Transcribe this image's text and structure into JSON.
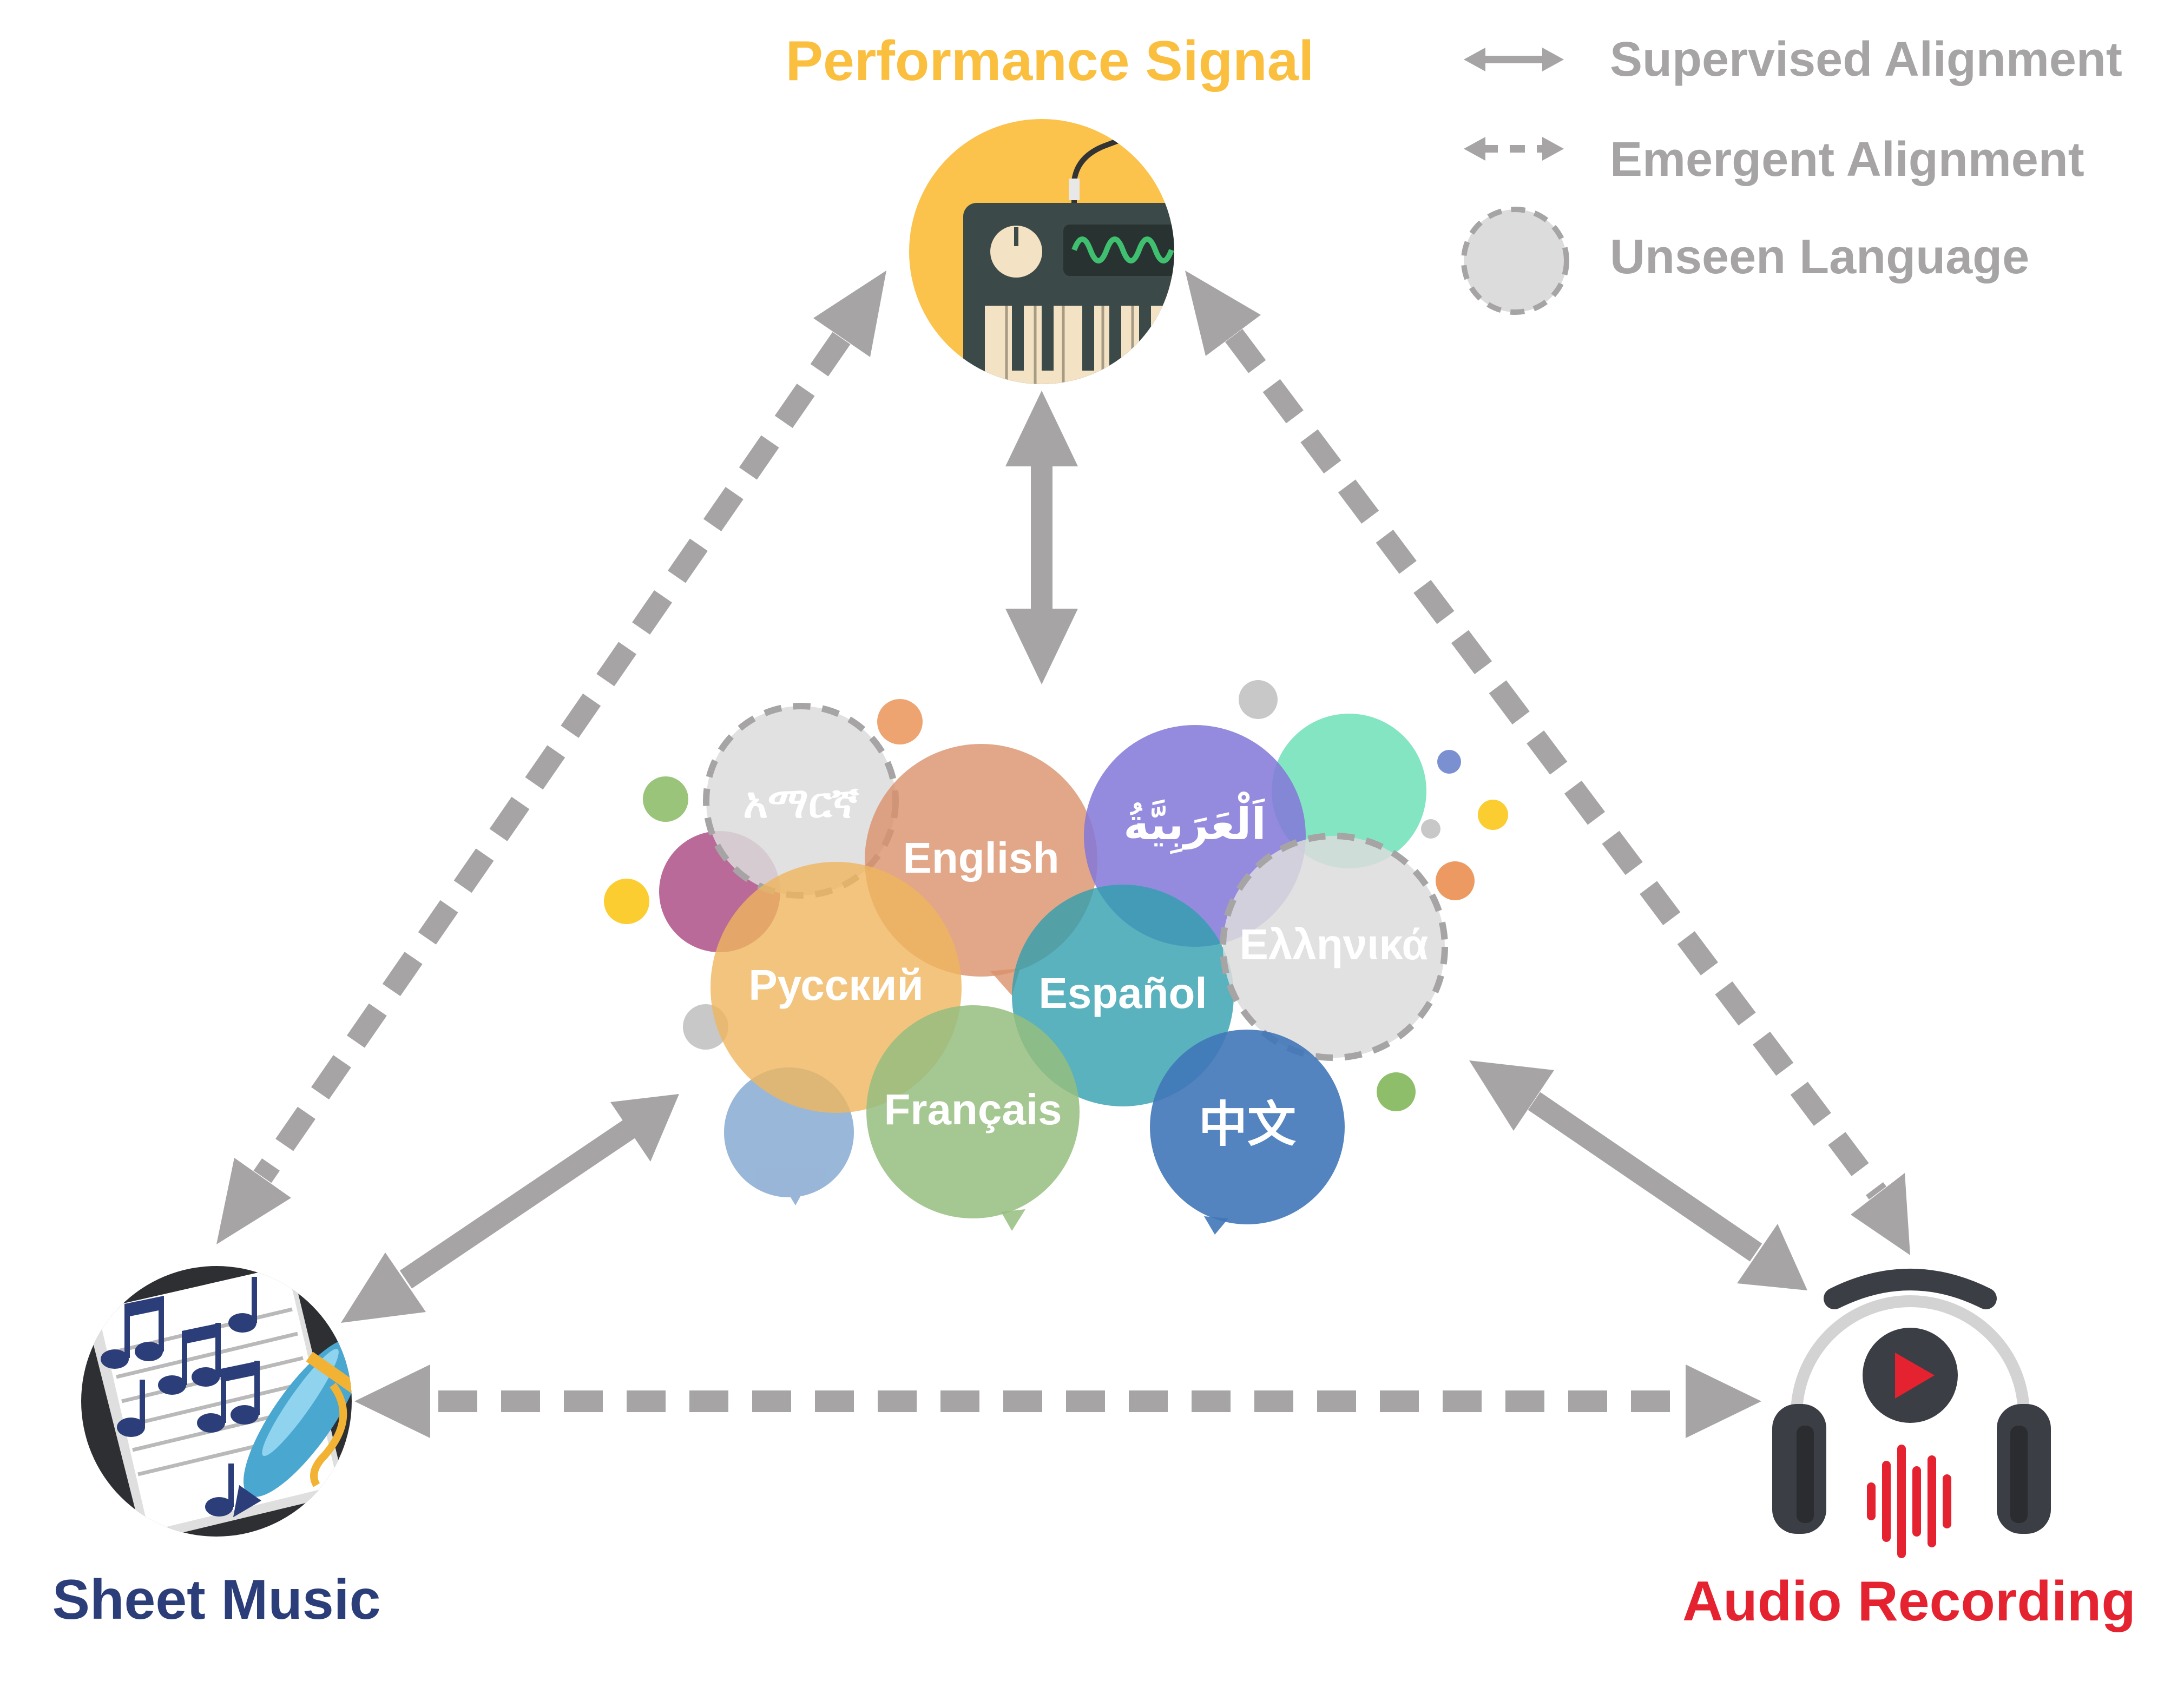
{
  "nodes": {
    "performance": {
      "label": "Performance Signal",
      "color": "#fbbf3f"
    },
    "sheet_music": {
      "label": "Sheet Music",
      "color": "#2c3e7a"
    },
    "audio": {
      "label": "Audio Recording",
      "color": "#e5222f"
    }
  },
  "legend": {
    "supervised": "Supervised Alignment",
    "emergent": "Emergent Alignment",
    "unseen": "Unseen Language",
    "text_color": "#a6a4a4"
  },
  "languages": [
    {
      "id": "amharic",
      "label": "አማርኛ",
      "color": "#dcdcdc",
      "unseen": true
    },
    {
      "id": "english",
      "label": "English",
      "color": "#d9916a",
      "unseen": false
    },
    {
      "id": "arabic",
      "label": "اَلْعَرَبِيَّةُ",
      "color": "#8277d8",
      "unseen": false
    },
    {
      "id": "russian",
      "label": "Русский",
      "color": "#efb55e",
      "unseen": false
    },
    {
      "id": "spanish",
      "label": "Español",
      "color": "#2f9fae",
      "unseen": false
    },
    {
      "id": "greek",
      "label": "Ελληνικά",
      "color": "#dcdcdc",
      "unseen": true
    },
    {
      "id": "french",
      "label": "Français",
      "color": "#95bd7f",
      "unseen": false
    },
    {
      "id": "chinese",
      "label": "中文",
      "color": "#4077b8",
      "unseen": false
    }
  ]
}
